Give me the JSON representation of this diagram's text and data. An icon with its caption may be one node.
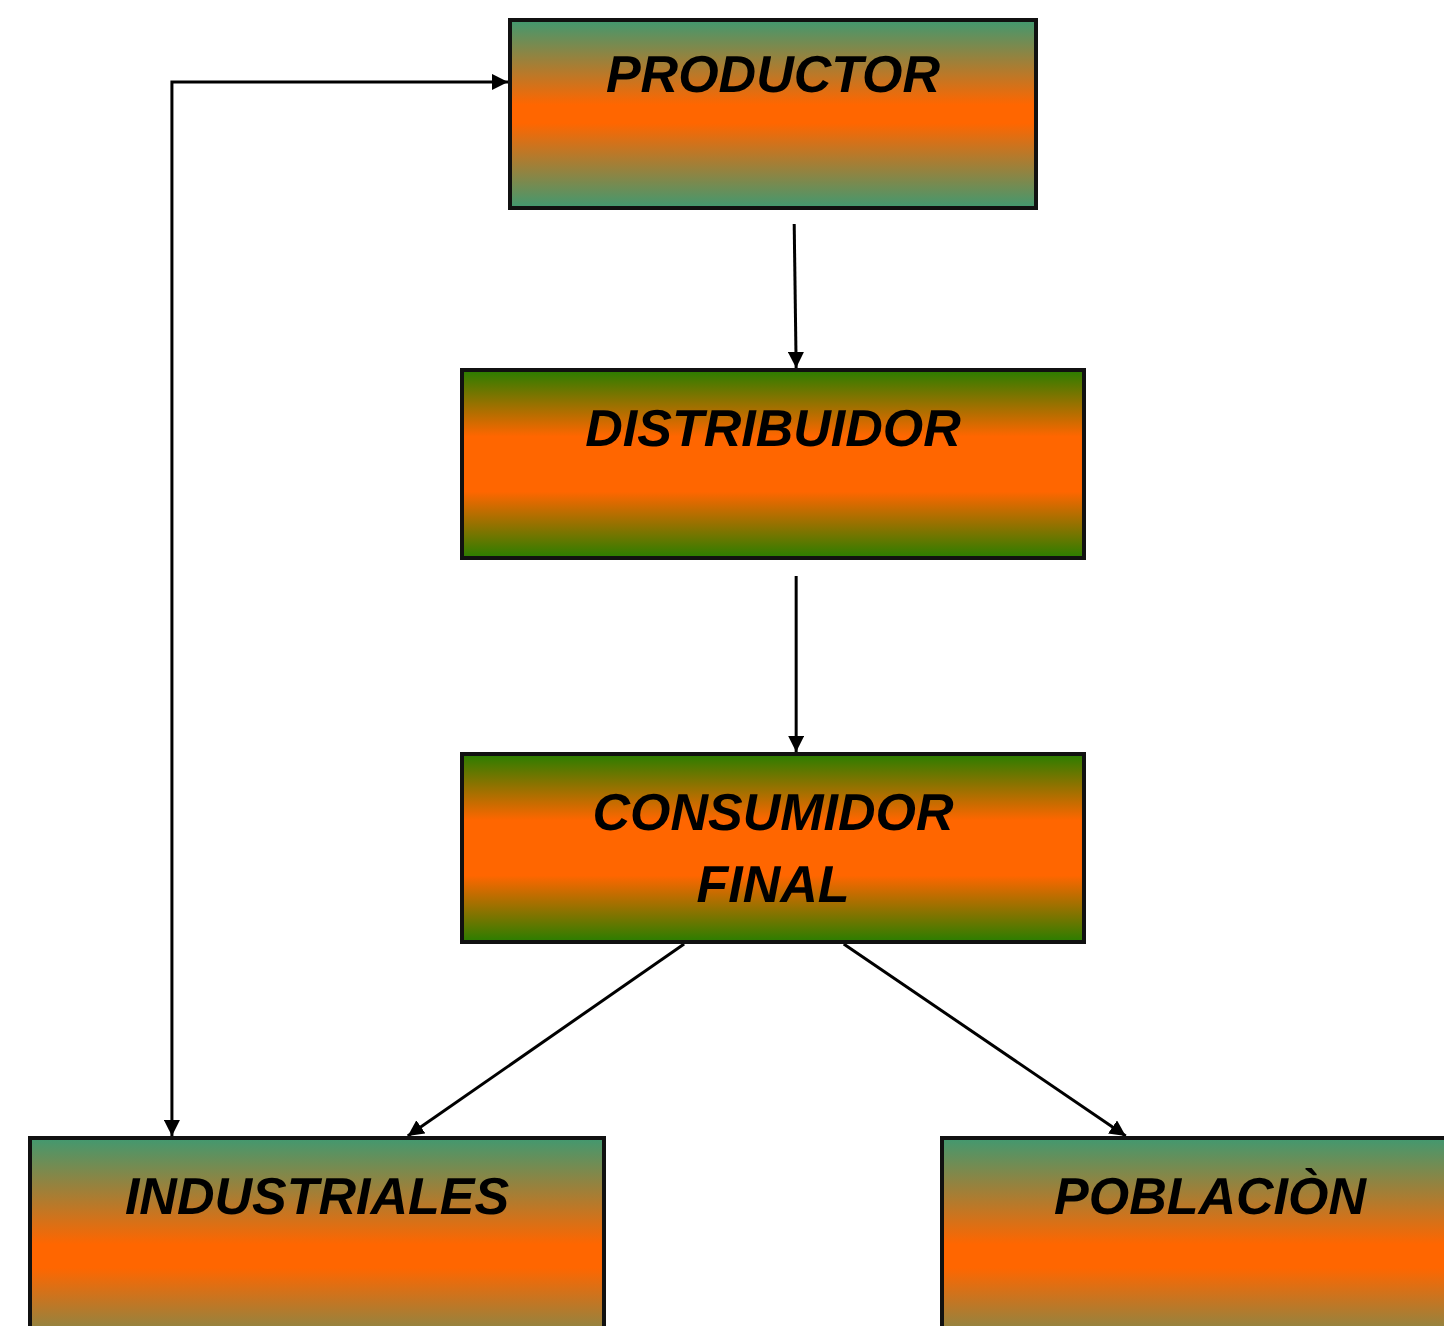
{
  "diagram": {
    "nodes": [
      {
        "text": [
          "PRODUCTOR"
        ]
      },
      {
        "text": [
          "DISTRIBUIDOR"
        ]
      },
      {
        "text": [
          "CONSUMIDOR FINAL"
        ]
      },
      {
        "text": [
          "INDUSTRIALES"
        ]
      },
      {
        "text": [
          "POBLACIÒN"
        ]
      }
    ],
    "edges": [
      {
        "from": 0,
        "to": 1,
        "arrow": "to"
      },
      {
        "from": 1,
        "to": 2,
        "arrow": "to"
      },
      {
        "from": 2,
        "to": 3,
        "arrow": "to"
      },
      {
        "from": 2,
        "to": 4,
        "arrow": "to"
      },
      {
        "from": 3,
        "to": 0,
        "arrow": "both"
      }
    ]
  }
}
